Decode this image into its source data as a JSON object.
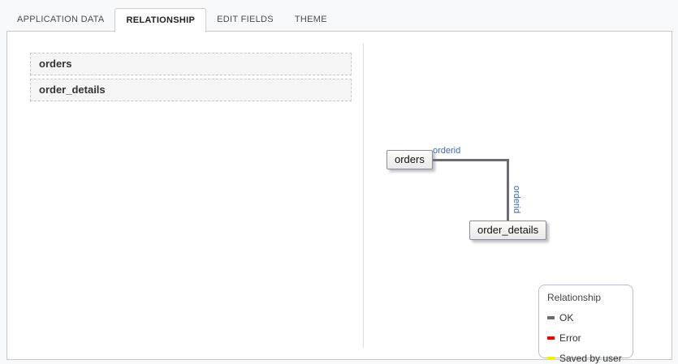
{
  "tabs": {
    "active": "RELATIONSHIP",
    "items": [
      {
        "label": "APPLICATION DATA"
      },
      {
        "label": "RELATIONSHIP"
      },
      {
        "label": "EDIT FIELDS"
      },
      {
        "label": "THEME"
      }
    ]
  },
  "table_list": {
    "items": [
      {
        "label": "orders"
      },
      {
        "label": "order_details"
      }
    ]
  },
  "diagram": {
    "nodes": [
      {
        "label": "orders"
      },
      {
        "label": "order_details"
      }
    ],
    "edge": {
      "from": "orders",
      "to": "order_details",
      "from_field": "orderid",
      "to_field": "orderid",
      "status": "OK",
      "line_color": "#6e6a74",
      "label_color": "#3b69b3"
    }
  },
  "legend": {
    "title": "Relationship",
    "items": [
      {
        "label": "OK",
        "color": "#6e6a74"
      },
      {
        "label": "Error",
        "color": "#ee0000"
      },
      {
        "label": "Saved by user",
        "color": "#f2ef00"
      }
    ]
  }
}
